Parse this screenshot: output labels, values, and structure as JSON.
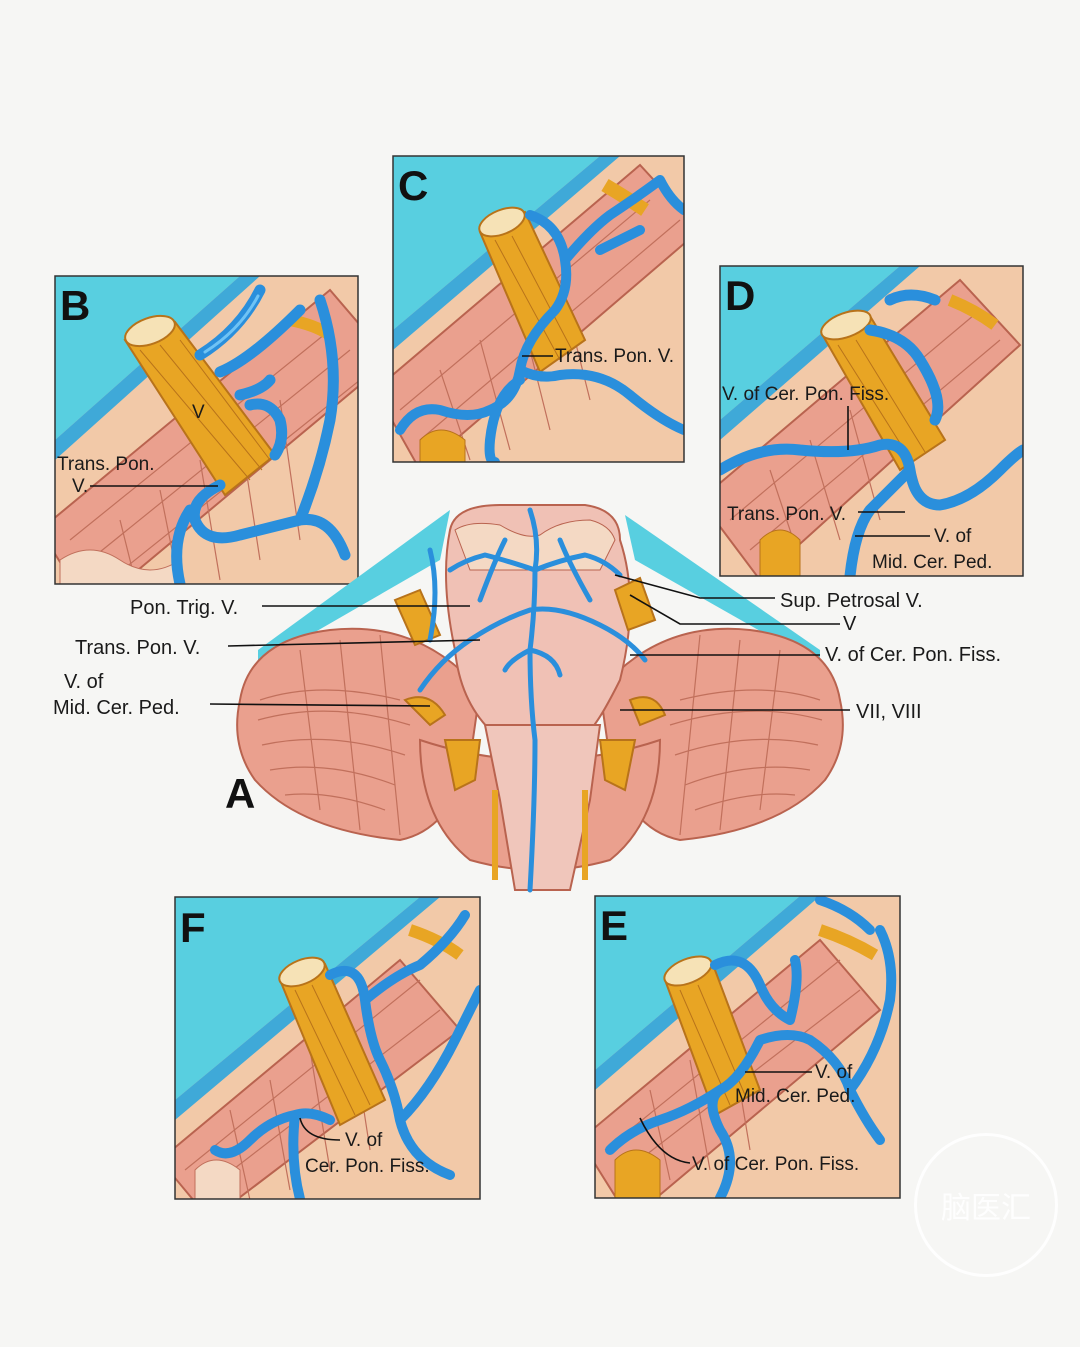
{
  "panels": {
    "A": {
      "letter": "A"
    },
    "B": {
      "letter": "B",
      "labels": {
        "v": "V",
        "trans_pon_line1": "Trans. Pon.",
        "trans_pon_line2": "V."
      }
    },
    "C": {
      "letter": "C",
      "labels": {
        "trans_pon": "Trans. Pon. V."
      }
    },
    "D": {
      "letter": "D",
      "labels": {
        "cer_pon_fiss": "V. of Cer. Pon. Fiss.",
        "trans_pon": "Trans. Pon. V.",
        "mid_line1": "V. of",
        "mid_line2": "Mid. Cer. Ped."
      }
    },
    "E": {
      "letter": "E",
      "labels": {
        "mid_line1": "V. of",
        "mid_line2": "Mid. Cer. Ped.",
        "cer_pon_fiss": "V. of Cer. Pon. Fiss."
      }
    },
    "F": {
      "letter": "F",
      "labels": {
        "line1": "V. of",
        "line2": "Cer. Pon. Fiss."
      }
    }
  },
  "main_labels": {
    "left": {
      "pon_trig": "Pon. Trig. V.",
      "trans_pon": "Trans. Pon. V.",
      "mid_line1": "V. of",
      "mid_line2": "Mid. Cer. Ped."
    },
    "right": {
      "sup_petrosal": "Sup. Petrosal V.",
      "v": "V",
      "cer_pon_fiss": "V. of Cer. Pon. Fiss.",
      "vii_viii": "VII, VIII"
    }
  },
  "watermark": {
    "text": "脑医汇"
  },
  "colors": {
    "vein": "#2a8fdc",
    "tentorium": "#58cfe0",
    "nerve": "#e8a524",
    "cerebellum": "#eaa08e",
    "tissue": "#f2c9a8"
  }
}
